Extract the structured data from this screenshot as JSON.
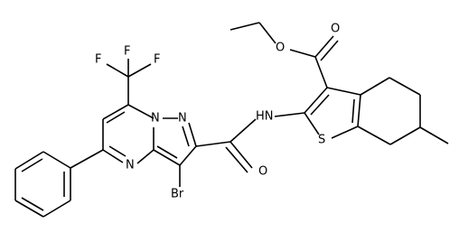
{
  "molecule": {
    "atoms": {
      "F1": "F",
      "F2": "F",
      "F3": "F",
      "O_ester_single": "O",
      "O_ester_double": "O",
      "N_bridge": "N",
      "N_pyrazole": "N",
      "N_pyrimidine": "N",
      "NH": "HN",
      "O_amide": "O",
      "Br": "Br",
      "S": "S"
    }
  }
}
